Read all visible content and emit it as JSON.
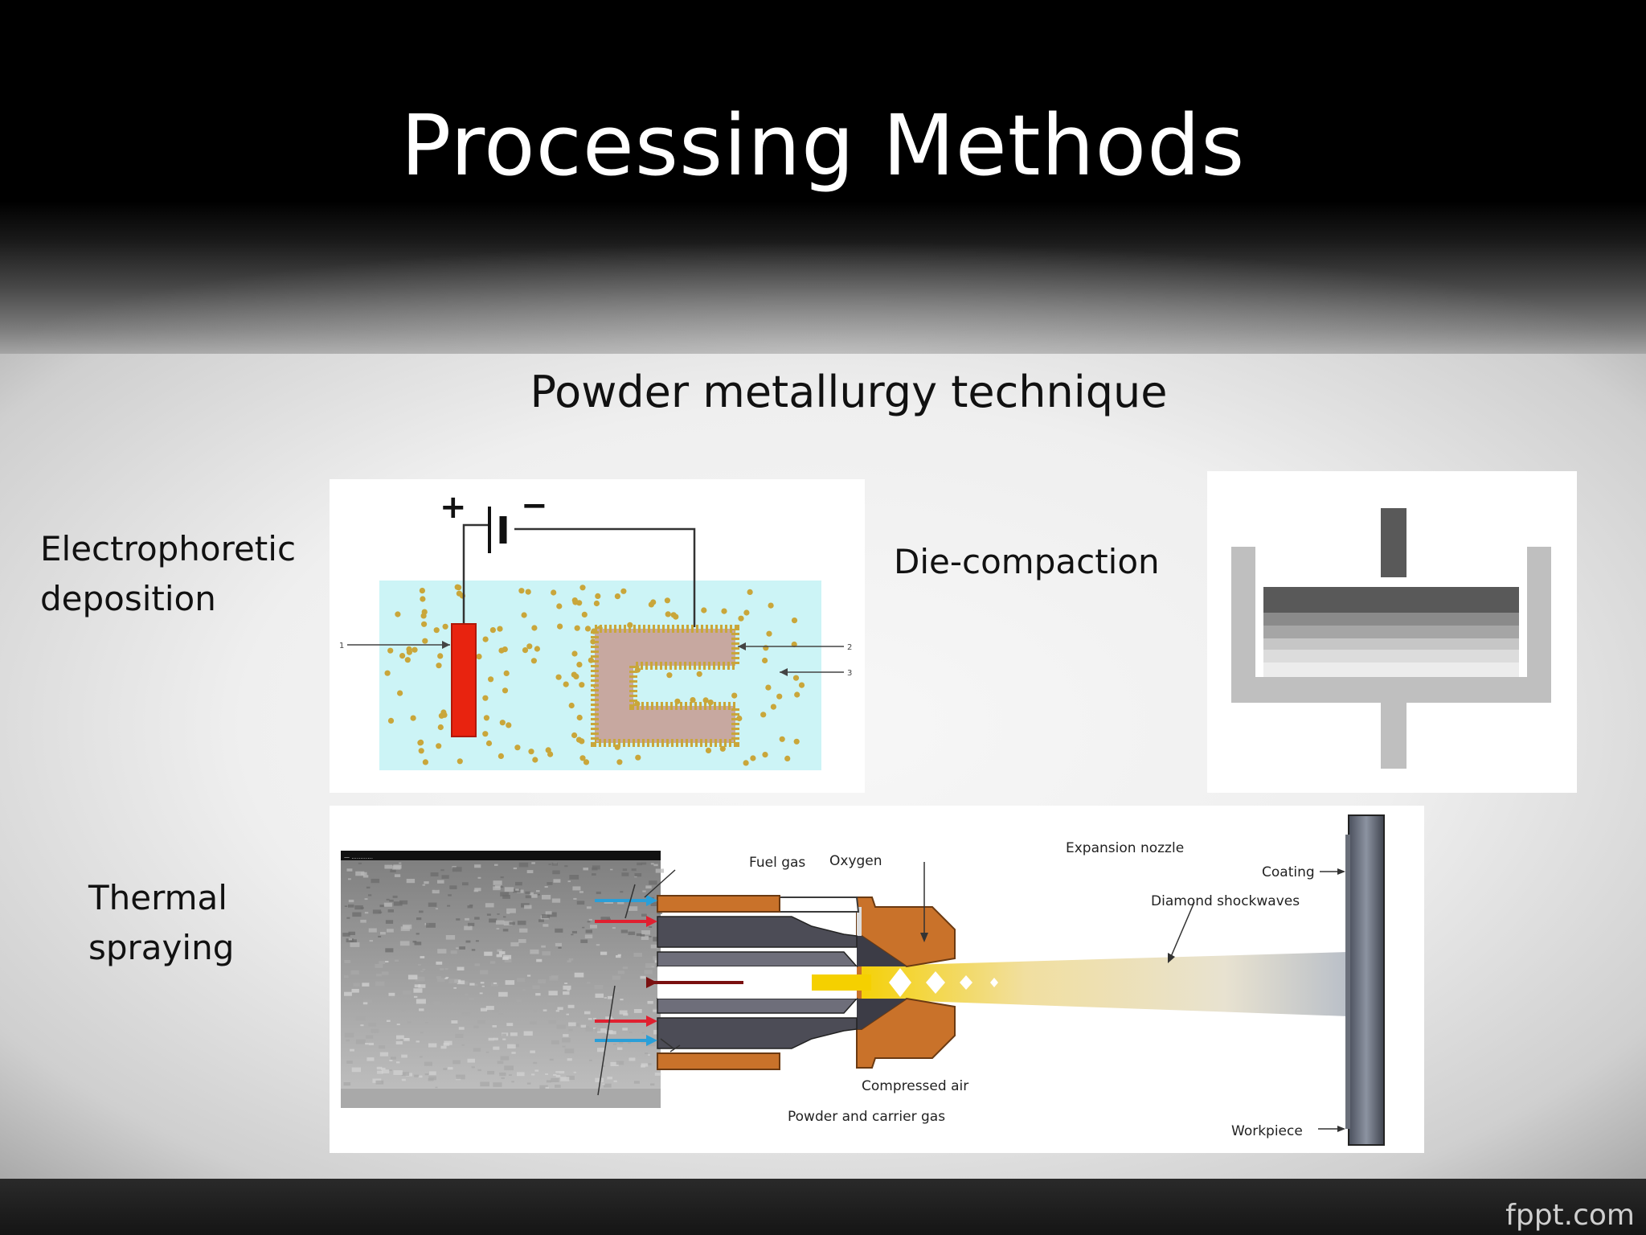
{
  "slide": {
    "title": "Processing Methods",
    "subtitle": "Powder metallurgy technique",
    "footer_brand": "fppt.com"
  },
  "labels": {
    "electrophoretic_line1": "Electrophoretic",
    "electrophoretic_line2": "deposition",
    "die_compaction": "Die-compaction",
    "thermal_line1": "Thermal",
    "thermal_line2": "spraying"
  },
  "electrophoretic_diagram": {
    "plus": "+",
    "minus": "−",
    "callout_1": "1",
    "callout_2": "2",
    "callout_3": "3",
    "colors": {
      "bath": "#ccf4f6",
      "electrode": "#e8230f",
      "particle": "#c9a63a",
      "coating": "#c7a8a0"
    }
  },
  "die_diagram": {
    "colors": {
      "punch": "#595959",
      "die": "#bfbfbf",
      "layer_dark": "#606060",
      "layer_light": "#ececec"
    }
  },
  "thermal_diagram": {
    "micro_scale_text": "— ............",
    "fuel_gas": "Fuel gas",
    "oxygen": "Oxygen",
    "expansion_nozzle": "Expansion nozzle",
    "coating": "Coating",
    "diamond_shockwaves": "Diamond shockwaves",
    "compressed_air": "Compressed air",
    "powder_carrier_gas": "Powder and carrier gas",
    "workpiece": "Workpiece",
    "colors": {
      "nozzle": "#c9722a",
      "fuel_arrow": "#e02030",
      "oxygen_arrow": "#2a9fd8",
      "powder_arrow": "#7a1010"
    }
  }
}
